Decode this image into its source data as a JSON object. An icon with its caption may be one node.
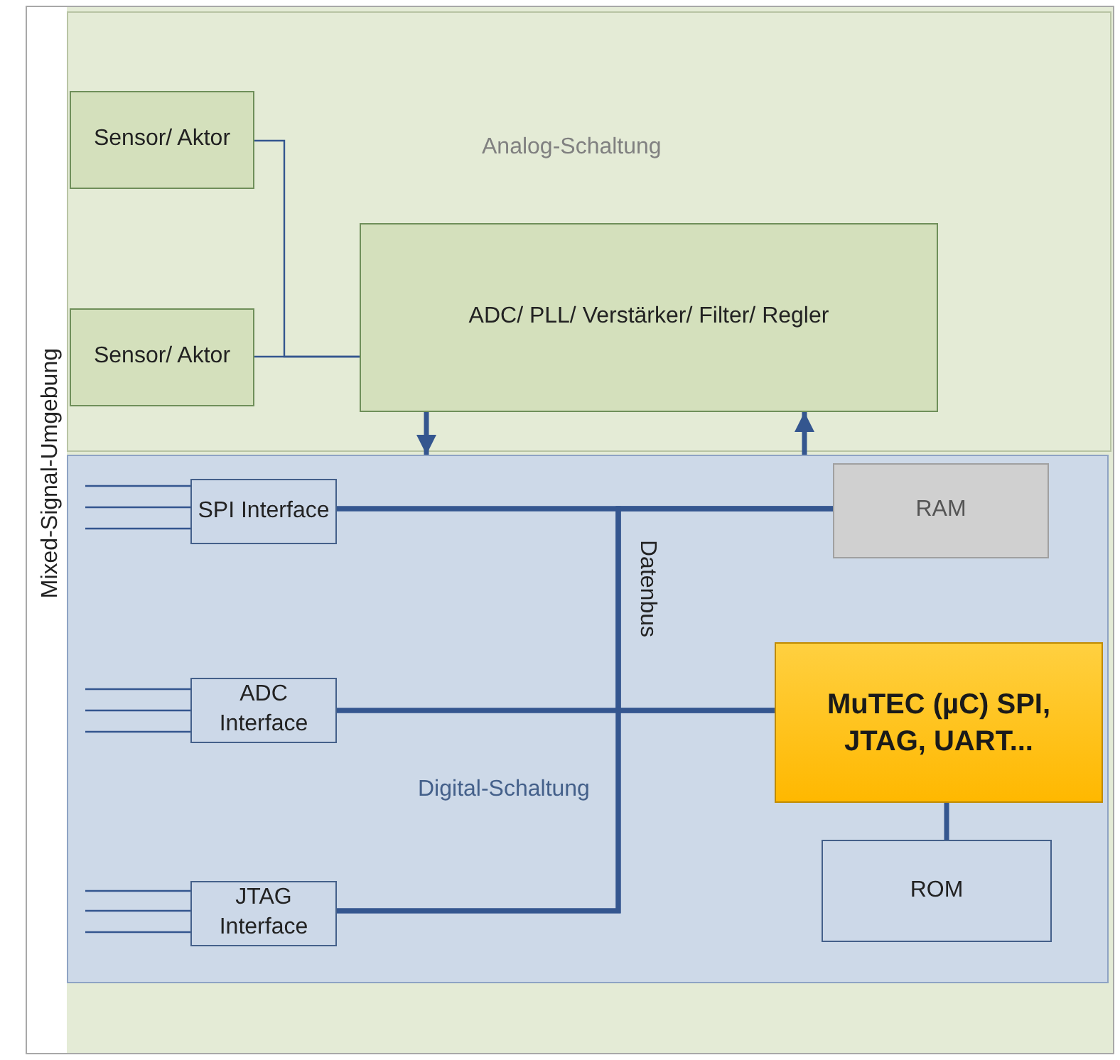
{
  "diagram": {
    "nodes": [
      {
        "text": [
          "Mixed-Signal-Umgebung"
        ]
      },
      {
        "text": [
          "Analog-Schaltung"
        ],
        "in": 0
      },
      {
        "text": [
          "Sensor/ Aktor"
        ],
        "in": 1
      },
      {
        "text": [
          "Sensor/ Aktor"
        ],
        "in": 1
      },
      {
        "text": [
          "ADC/ PLL/ Verstärker/ Filter/ Regler"
        ],
        "in": 1
      },
      {
        "text": [
          "Digital-Schaltung"
        ],
        "in": 0
      },
      {
        "text": [
          "SPI Interface"
        ],
        "in": 5
      },
      {
        "text": [
          "RAM"
        ],
        "in": 5
      },
      {
        "text": [
          "ADC Interface"
        ],
        "in": 5
      },
      {
        "text": [
          "MuTEC (µC) SPI, JTAG, UART..."
        ],
        "in": 5
      },
      {
        "text": [
          "JTAG Interface"
        ],
        "in": 5
      },
      {
        "text": [
          "ROM"
        ],
        "in": 5
      }
    ],
    "edges": [
      {
        "from": 2,
        "to": 4,
        "arrow": "none"
      },
      {
        "from": 3,
        "to": 4,
        "arrow": "none"
      },
      {
        "from": 4,
        "to": 5,
        "arrow": "to",
        "style": "thick"
      },
      {
        "from": 5,
        "to": 4,
        "arrow": "to",
        "style": "thick"
      },
      {
        "from": null,
        "to": 6,
        "arrow": "none"
      },
      {
        "from": null,
        "to": 6,
        "arrow": "none"
      },
      {
        "from": null,
        "to": 6,
        "arrow": "none"
      },
      {
        "from": null,
        "to": 8,
        "arrow": "none"
      },
      {
        "from": null,
        "to": 8,
        "arrow": "none"
      },
      {
        "from": null,
        "to": 8,
        "arrow": "none"
      },
      {
        "from": null,
        "to": 10,
        "arrow": "none"
      },
      {
        "from": null,
        "to": 10,
        "arrow": "none"
      },
      {
        "from": null,
        "to": 10,
        "arrow": "none"
      },
      {
        "from": 6,
        "to": 7,
        "arrow": "none",
        "style": "thick"
      },
      {
        "from": 6,
        "to": 9,
        "arrow": "none",
        "style": "thick"
      },
      {
        "from": 8,
        "to": 7,
        "arrow": "none",
        "style": "thick"
      },
      {
        "from": 8,
        "to": 9,
        "arrow": "none",
        "style": "thick"
      },
      {
        "from": 10,
        "to": 7,
        "arrow": "none",
        "style": "thick"
      },
      {
        "from": 10,
        "to": 9,
        "arrow": "none",
        "style": "thick"
      },
      {
        "from": 9,
        "to": 11,
        "arrow": "none",
        "style": "thick"
      }
    ],
    "labels": [
      "Datenbus"
    ]
  }
}
